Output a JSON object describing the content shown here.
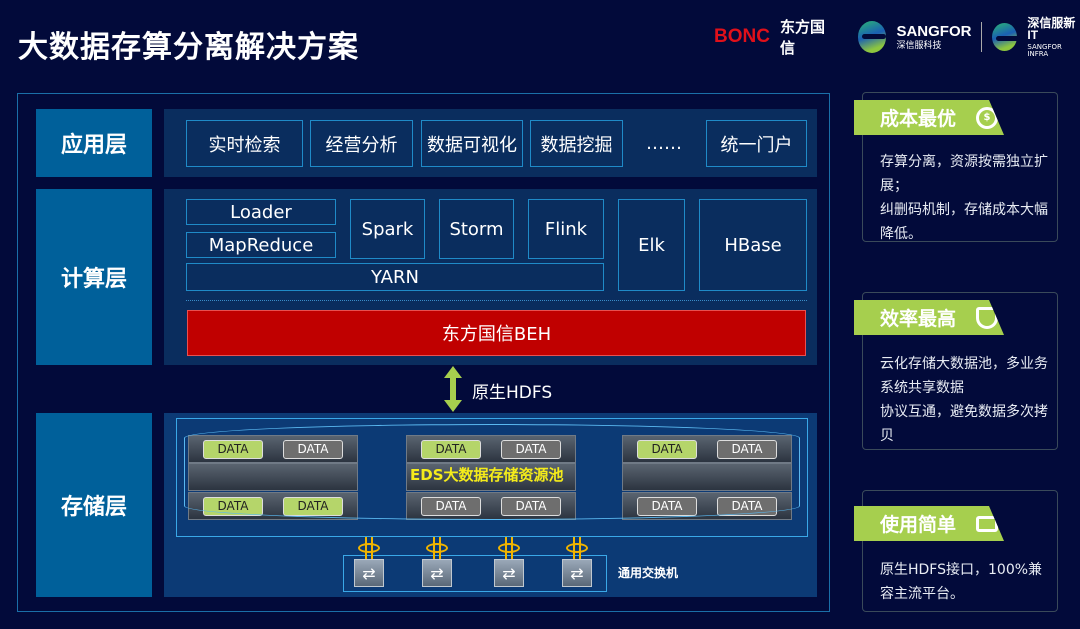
{
  "title": "大数据存算分离解决方案",
  "logos": {
    "bonc": "BONC",
    "bonc_cn": "东方国信",
    "sangfor": "SANGFOR",
    "sangfor_cn": "深信服科技",
    "infra_cn": "深信服新IT",
    "infra_en": "SANGFOR INFRA"
  },
  "layers": {
    "app": {
      "label": "应用层",
      "items": [
        "实时检索",
        "经营分析",
        "数据可视化",
        "数据挖掘",
        "……",
        "统一门户"
      ]
    },
    "compute": {
      "label": "计算层",
      "loader": "Loader",
      "mapreduce": "MapReduce",
      "spark": "Spark",
      "storm": "Storm",
      "flink": "Flink",
      "elk": "Elk",
      "hbase": "HBase",
      "yarn": "YARN",
      "beh": "东方国信BEH"
    },
    "hdfs": "原生HDFS",
    "storage": {
      "label": "存储层",
      "pool": "EDS大数据存储资源池",
      "switch_label": "通用交换机",
      "racks": [
        [
          [
            "DATA",
            "green"
          ],
          [
            "DATA",
            "gray"
          ],
          null,
          [
            "DATA",
            "green"
          ],
          [
            "DATA",
            "green"
          ]
        ],
        [
          [
            "DATA",
            "green"
          ],
          [
            "DATA",
            "gray"
          ],
          null,
          [
            "DATA",
            "gray"
          ],
          [
            "DATA",
            "gray"
          ]
        ],
        [
          [
            "DATA",
            "green"
          ],
          [
            "DATA",
            "gray"
          ],
          null,
          [
            "DATA",
            "gray"
          ],
          [
            "DATA",
            "gray"
          ]
        ]
      ]
    }
  },
  "cards": [
    {
      "title": "成本最优",
      "icon": "coins-icon",
      "text": "存算分离，资源按需独立扩展；\n纠删码机制，存储成本大幅降低。"
    },
    {
      "title": "效率最高",
      "icon": "shield-icon",
      "text": "云化存储大数据池，多业务系统共享数据\n协议互通，避免数据多次拷贝"
    },
    {
      "title": "使用简单",
      "icon": "monitor-icon",
      "text": "原生HDFS接口，100%兼容主流平台。"
    }
  ],
  "colors": {
    "green": "#b5d56a",
    "gray": "#6e6e6e",
    "accent": "#a6cf4e",
    "beh": "#c00000"
  }
}
